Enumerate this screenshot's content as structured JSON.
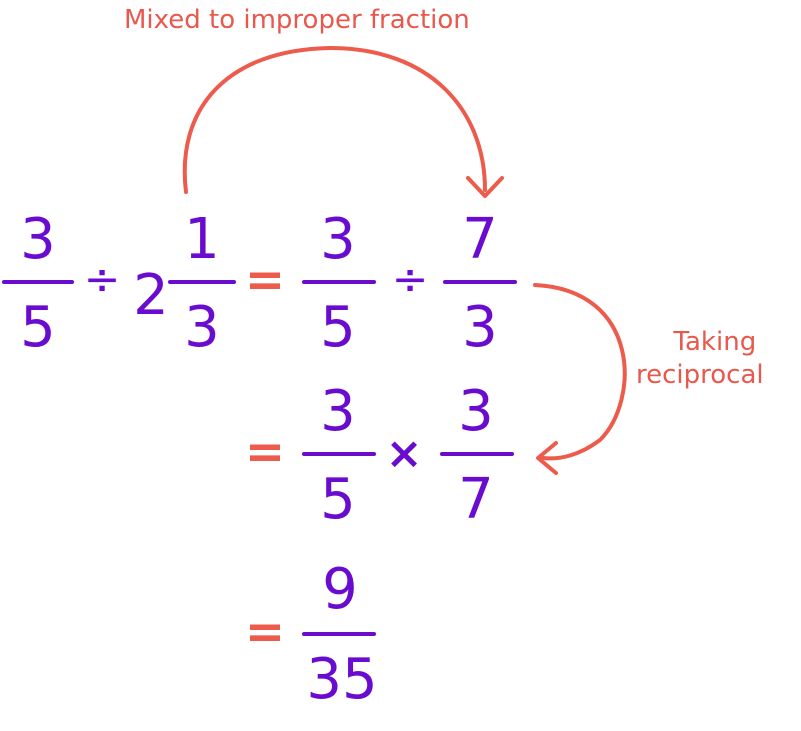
{
  "annotations": {
    "top": "Mixed to improper fraction",
    "right_line1": "Taking",
    "right_line2": "reciprocal"
  },
  "line1": {
    "a_num": "3",
    "a_den": "5",
    "div1": "÷",
    "whole": "2",
    "b_num": "1",
    "b_den": "3",
    "eq": "=",
    "c_num": "3",
    "c_den": "5",
    "div2": "÷",
    "d_num": "7",
    "d_den": "3"
  },
  "line2": {
    "eq": "=",
    "e_num": "3",
    "e_den": "5",
    "times": "×",
    "f_num": "3",
    "f_den": "7"
  },
  "line3": {
    "eq": "=",
    "g_num": "9",
    "g_den": "35"
  },
  "colors": {
    "math": "#6a0ccf",
    "accent": "#ec5b4c"
  }
}
